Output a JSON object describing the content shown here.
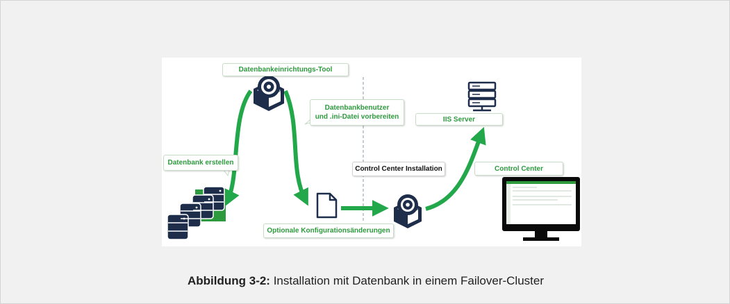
{
  "diagram": {
    "labels": {
      "db_setup_tool": "Datenbankeinrichtungs-Tool",
      "prepare_line1": "Datenbankbenutzer",
      "prepare_line2": "und .ini-Datei vorbereiten",
      "iis_server": "IIS Server",
      "create_db": "Datenbank erstellen",
      "cc_installation": "Control Center Installation",
      "control_center": "Control Center",
      "optional_changes": "Optionale Konfigurationsänderungen"
    },
    "colors": {
      "arrow_green": "#22a84a",
      "label_green": "#2e9a3e",
      "icon_navy": "#1d2d4a",
      "db_accent_green": "#2e9a3e"
    },
    "icons": [
      "install-disc-icon",
      "database-stack-icon",
      "document-icon",
      "server-rack-icon",
      "monitor-icon"
    ]
  },
  "caption": {
    "figure_label": "Abbildung 3-2:",
    "text": "Installation mit Datenbank in einem Failover-Cluster"
  }
}
